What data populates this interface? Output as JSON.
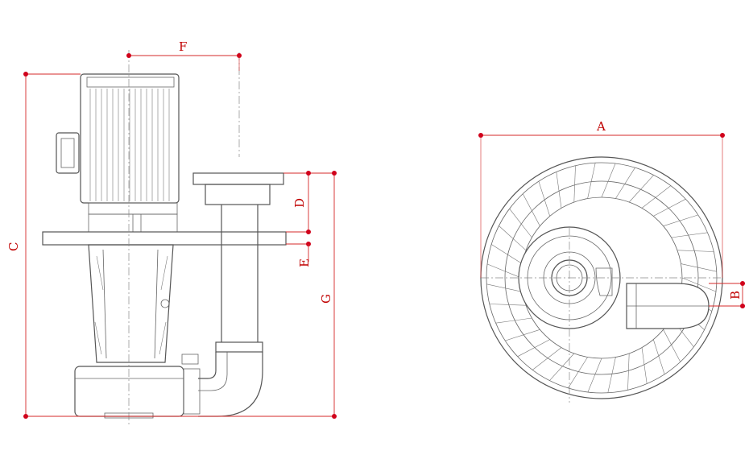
{
  "dimension_labels": {
    "A": "A",
    "B": "B",
    "C": "C",
    "D": "D",
    "E": "E",
    "F": "F",
    "G": "G"
  },
  "colors": {
    "dimension": "#d62828",
    "dimension_dot": "#d0021b",
    "outline": "#555555"
  }
}
